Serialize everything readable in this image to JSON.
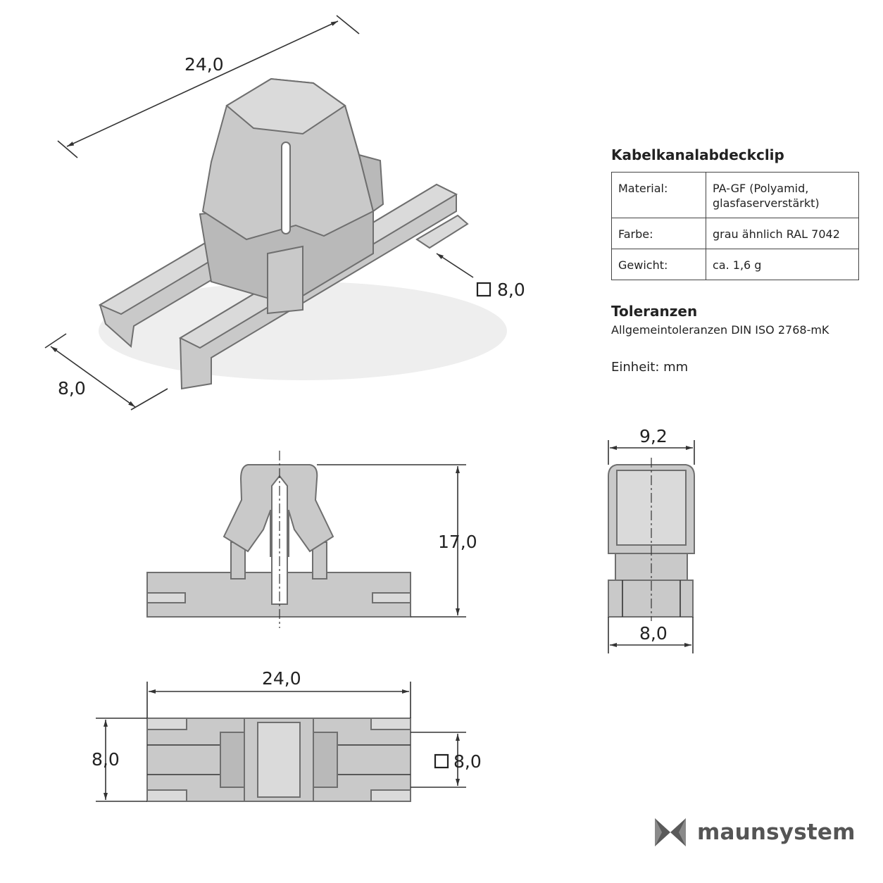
{
  "title": "Kabelkanalabdeckclip",
  "specs": [
    {
      "label": "Material:",
      "value": "PA-GF (Polyamid, glasfaserverstärkt)"
    },
    {
      "label": "Farbe:",
      "value": "grau ähnlich RAL 7042"
    },
    {
      "label": "Gewicht:",
      "value": "ca. 1,6 g"
    }
  ],
  "tolerances": {
    "title": "Toleranzen",
    "text": "Allgemeintoleranzen DIN ISO 2768-mK"
  },
  "unit": "Einheit: mm",
  "dimensions": {
    "iso_length": "24,0",
    "iso_width": "8,0",
    "iso_square": "8,0",
    "front_height": "17,0",
    "side_top": "9,2",
    "side_bottom": "8,0",
    "top_length": "24,0",
    "top_width": "8,0",
    "top_square": "8,0"
  },
  "colors": {
    "part": "#c9c9c9",
    "logo": "#555555"
  },
  "brand": {
    "name": "maunsystem",
    "icon": "bowtie-logo-icon"
  }
}
